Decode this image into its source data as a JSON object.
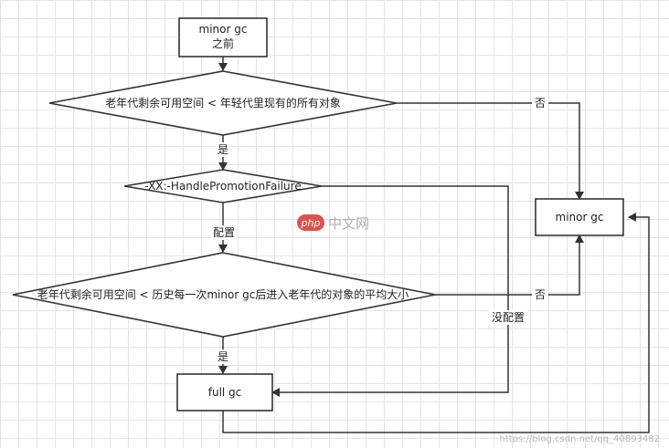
{
  "diagram": {
    "nodes": {
      "start": {
        "line1": "minor gc",
        "line2": "之前"
      },
      "cond1": {
        "text": "老年代剩余可用空间 < 年轻代里现有的所有对象"
      },
      "cond2": {
        "text": "-XX:-HandlePromotionFailure"
      },
      "cond3": {
        "text": "老年代剩余可用空间 < 历史每一次minor gc后进入老年代的对象的平均大小"
      },
      "minor_gc": {
        "text": "minor gc"
      },
      "full_gc": {
        "text": "full gc"
      }
    },
    "edge_labels": {
      "cond1_yes": "是",
      "cond1_no": "否",
      "cond2_configured": "配置",
      "cond2_not_configured": "没配置",
      "cond3_yes": "是",
      "cond3_no": "否"
    }
  },
  "watermark": {
    "logo": "php",
    "text": "中文网",
    "url": "https://blog.csdn.net/qq_40893482"
  }
}
